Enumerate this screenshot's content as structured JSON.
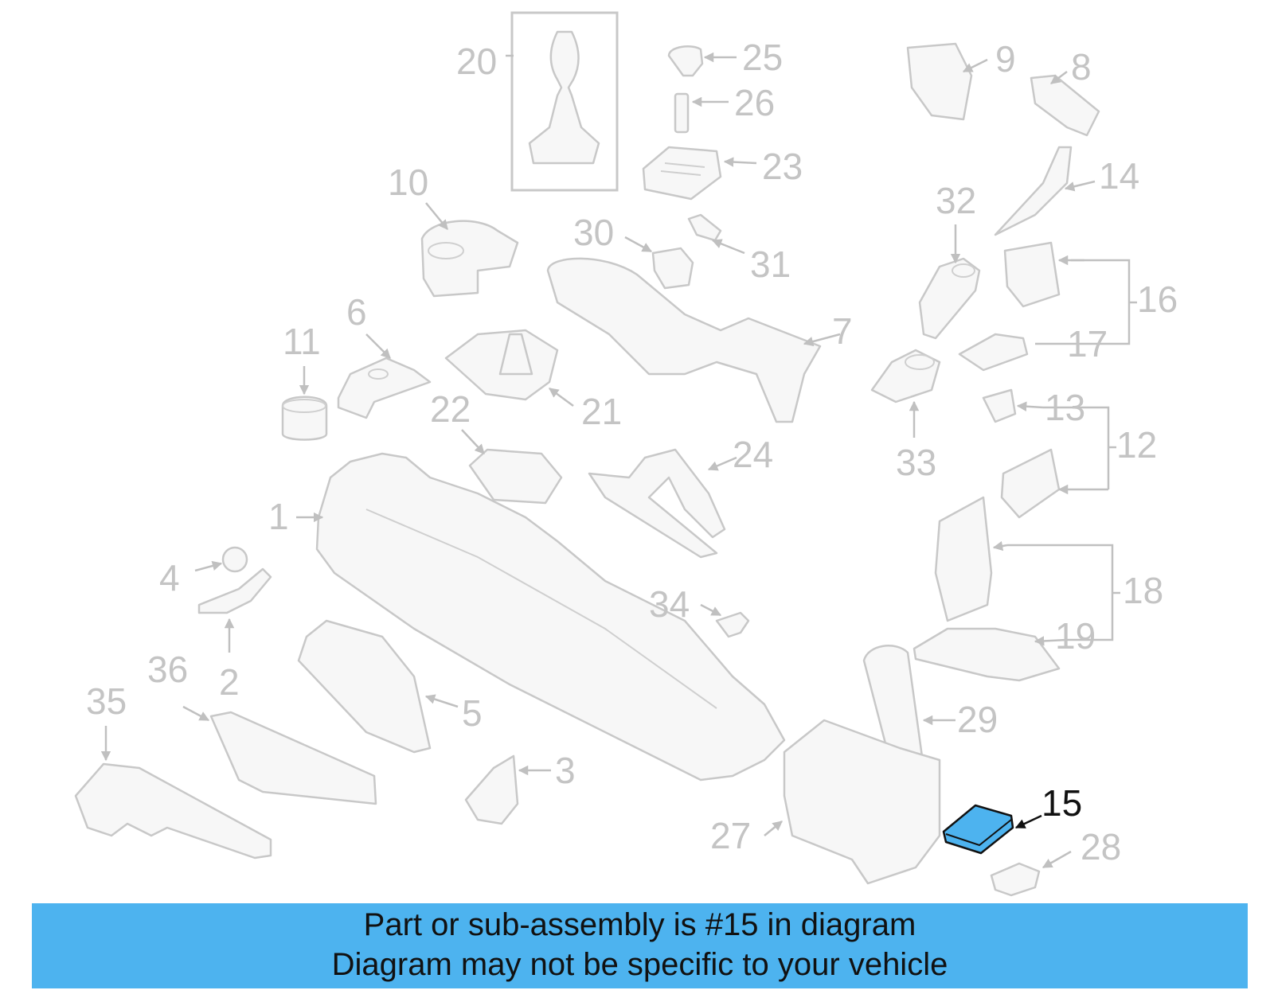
{
  "highlight": {
    "callout": "15",
    "color": "#4db3ef"
  },
  "callouts": [
    "1",
    "2",
    "3",
    "4",
    "5",
    "6",
    "7",
    "8",
    "9",
    "10",
    "11",
    "12",
    "13",
    "14",
    "15",
    "16",
    "17",
    "18",
    "19",
    "20",
    "21",
    "22",
    "23",
    "24",
    "25",
    "26",
    "27",
    "28",
    "29",
    "30",
    "31",
    "32",
    "33",
    "34",
    "35",
    "36"
  ],
  "caption": {
    "line1": "Part or sub-assembly is #15 in diagram",
    "line2": "Diagram may not be specific to your vehicle"
  },
  "colors": {
    "banner": "#4db3ef",
    "part_outline": "#c8c8c8",
    "callout_text": "#c4c4c4",
    "highlight_outline": "#111111"
  }
}
